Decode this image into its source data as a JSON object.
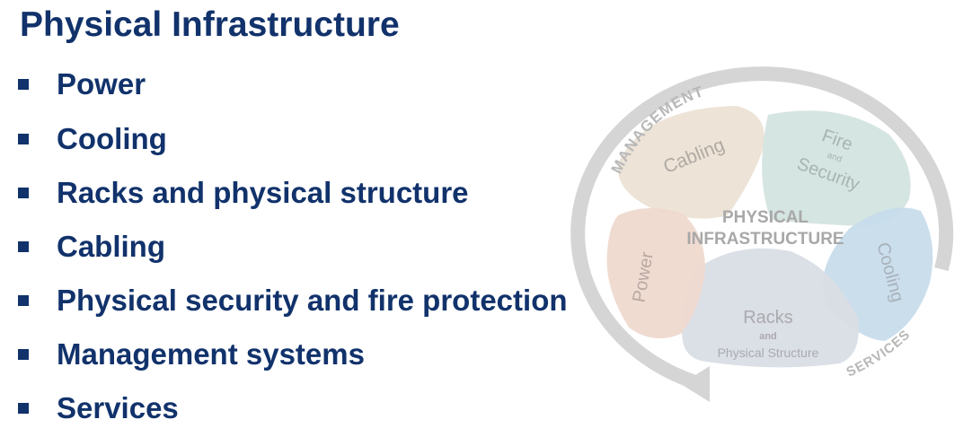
{
  "title": "Physical Infrastructure",
  "bullets": [
    "Power",
    "Cooling",
    "Racks and physical structure",
    "Cabling",
    "Physical security and fire protection",
    "Management systems",
    "Services"
  ],
  "diagram": {
    "center_line1": "PHYSICAL",
    "center_line2": "INFRASTRUCTURE",
    "ring_top": "MANAGEMENT",
    "ring_bottom": "SERVICES",
    "segments": {
      "cabling": "Cabling",
      "fire_line1": "Fire",
      "fire_and": "and",
      "fire_line2": "Security",
      "cooling": "Cooling",
      "racks_line1": "Racks",
      "racks_and": "and",
      "racks_line2": "Physical Structure",
      "power": "Power"
    },
    "colors": {
      "cabling": "#ece1d5",
      "fire": "#d3e4e0",
      "cooling": "#c7dceb",
      "racks": "#d9dde5",
      "power": "#efd9cf",
      "ring": "#d5d5d5",
      "diagram_text": "#a8a8a8",
      "bullet_text": "#11326b"
    }
  }
}
